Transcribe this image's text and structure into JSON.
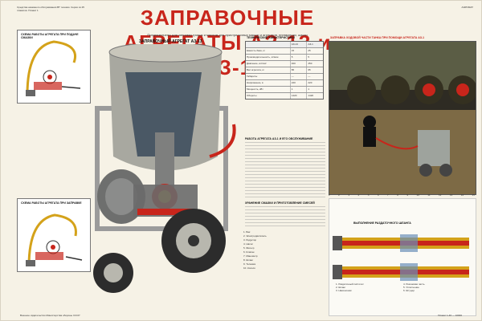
{
  "header_note": "Средства наземного обслуживания ВТ техники. Серия из 25 плакатов. Плакат 1",
  "corner_tag": "АЭРОМАТ",
  "title": "ЗАПРАВОЧНЫЕ АГРЕГАТЫ АЗ-13 и АЗ-1",
  "subtitle": "Предназначены для заправки грязью и маслом для пристрелочных машин и агрегатов, пневматики, шасси",
  "left_labels": {
    "top_schema": "Схема работы агрегата при подаче смазки",
    "bottom_schema": "Схема работы агрегата при заправке"
  },
  "center_label": "ЗАПРАВОЧНЫЙ АГРЕГАТ АЗ-13",
  "tech_table": {
    "title": "ТЕХНИЧЕСКИЕ ХАРАКТЕРИСТИКИ",
    "headers": [
      "",
      "АЗ-13",
      "АЗ-1"
    ],
    "rows": [
      [
        "Емкость бака, кг",
        "15",
        "25"
      ],
      [
        "Производительность, кг/мин",
        "5",
        "5"
      ],
      [
        "Давление, кгс/см²",
        "400",
        "450"
      ],
      [
        "Вес агрегата, кг",
        "86",
        "95"
      ],
      [
        "Габариты",
        "—",
        "—"
      ],
      [
        "Напряжение, в",
        "220",
        "220"
      ],
      [
        "Мощность, кВт",
        "1",
        "1"
      ],
      [
        "Обороты",
        "1420",
        "1420"
      ]
    ]
  },
  "photo_label": "ЗАПРАВКА ХОДОВОЙ ЧАСТИ ТАНКА ПРИ ПОМОЩИ АГРЕГАТА АЗ-1",
  "section_work": "Работа агрегата АЗ-1 и его обслуживание",
  "section_storage": "Хранение смазки и приготовление смесей",
  "hose_label": "ВЫПОЛНЕНИЕ РАЗДАТОЧНОГО ШЛАНГА",
  "scale_marks": [
    "1",
    "2",
    "3",
    "4",
    "5",
    "6",
    "7",
    "8",
    "9",
    "10",
    "11",
    "12",
    "13",
    "14",
    "15"
  ],
  "legend": [
    "1. Бак",
    "2. Электродвигатель",
    "3. Редуктор",
    "4. Насос",
    "5. Фильтр",
    "6. Клапан",
    "7. Манометр",
    "8. Шланг",
    "9. Тележка",
    "10. Колесо"
  ],
  "legend_right": [
    "1. Раздаточный пистолет",
    "2. Шланг",
    "3. Наконечник",
    "4. Резиновая часть",
    "5. Уплотнение",
    "6. Штуцер"
  ],
  "footer_left": "Военное издательство Министерства обороны СССР",
  "footer_right": "Плакат 1-46 — 10000"
}
